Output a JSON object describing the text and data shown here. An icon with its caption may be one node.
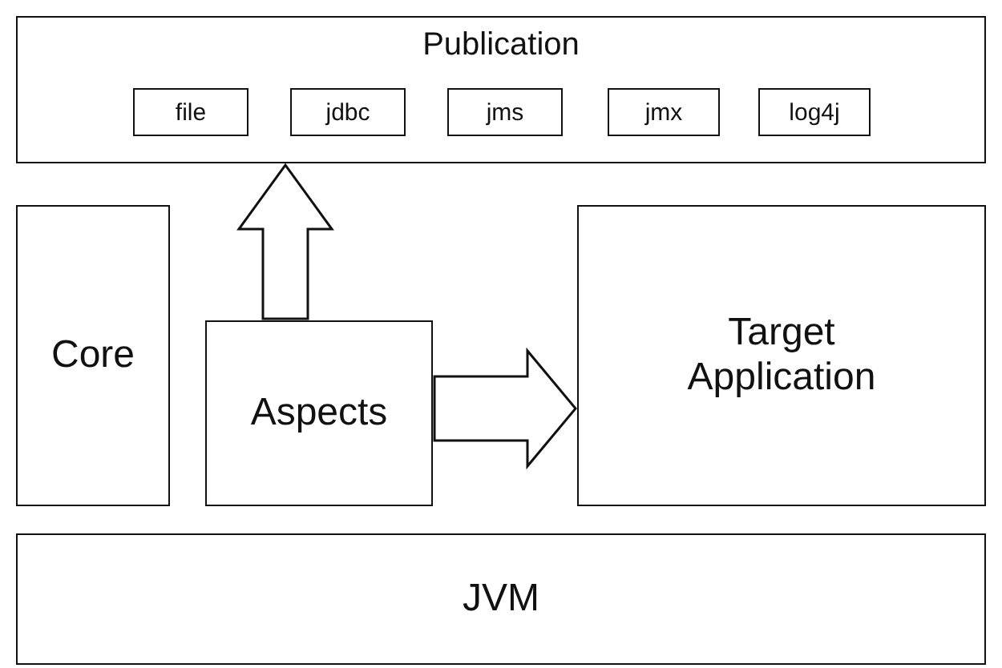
{
  "diagram": {
    "nodes": [
      {
        "text": [
          "Publication"
        ]
      },
      {
        "text": [
          "file"
        ],
        "in": 0
      },
      {
        "text": [
          "jdbc"
        ],
        "in": 0
      },
      {
        "text": [
          "jms"
        ],
        "in": 0
      },
      {
        "text": [
          "jmx"
        ],
        "in": 0
      },
      {
        "text": [
          "log4j"
        ],
        "in": 0
      },
      {
        "text": [
          "Core"
        ]
      },
      {
        "text": [
          "Aspects"
        ]
      },
      {
        "text": [
          "Target Application"
        ]
      },
      {
        "text": [
          "JVM"
        ]
      }
    ],
    "edges": [
      {
        "from": 7,
        "to": 0,
        "arrow": "to"
      },
      {
        "from": 7,
        "to": 8,
        "arrow": "to"
      }
    ]
  }
}
